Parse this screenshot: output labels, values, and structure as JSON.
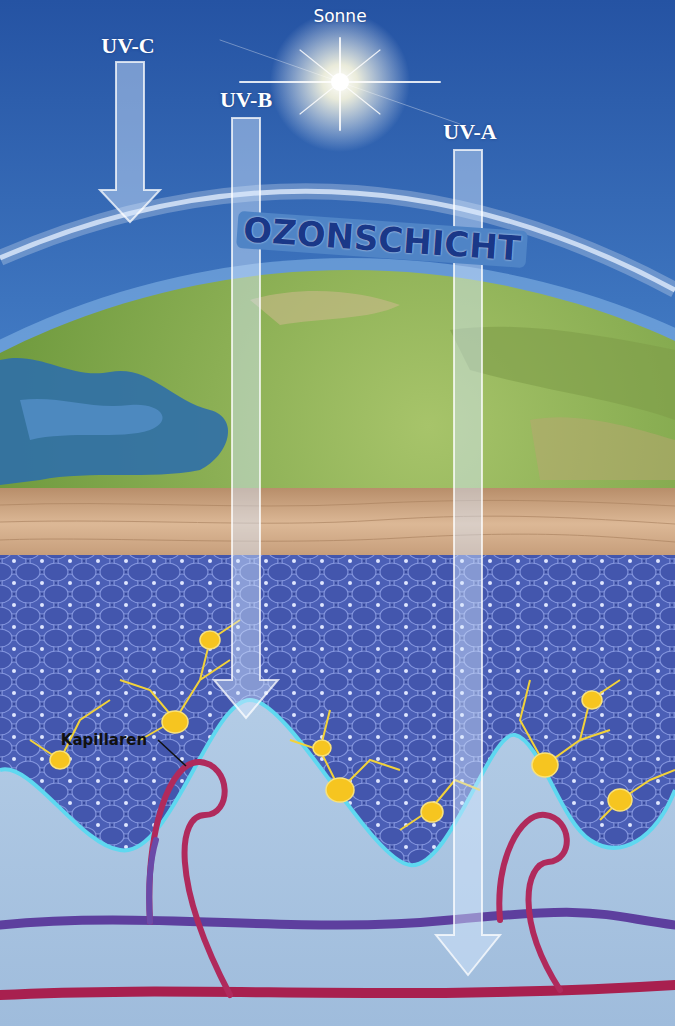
{
  "diagram": {
    "labels": [
      "Sonne",
      "UV-C",
      "UV-B",
      "UV-A",
      "OZONSCHICHT",
      "Kapillaren"
    ]
  }
}
